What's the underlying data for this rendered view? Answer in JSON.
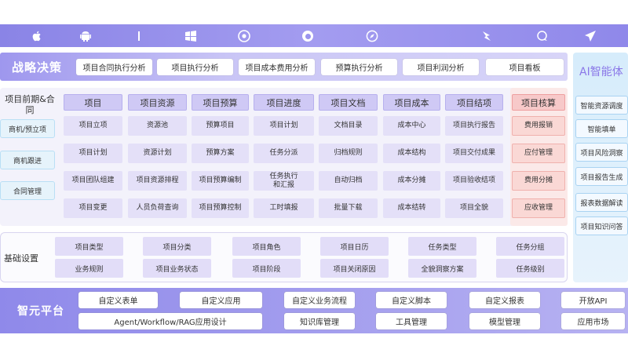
{
  "top_icons": [
    "apple-icon",
    "android-icon",
    "divider-icon",
    "windows-icon",
    "chrome-icon",
    "firefox-icon",
    "safari-icon",
    "feishu-icon",
    "chat-bubble-icon",
    "send-icon"
  ],
  "strategy": {
    "title": "战略决策",
    "items": [
      "项目合同执行分析",
      "项目执行分析",
      "项目成本费用分析",
      "预算执行分析",
      "项目利润分析",
      "项目看板"
    ]
  },
  "project_pre": {
    "title": "项目前期&合同",
    "items": [
      "商机/预立项",
      "商机跟进",
      "合同管理"
    ]
  },
  "columns": [
    {
      "header": "项目",
      "items": [
        "项目立项",
        "项目计划",
        "项目团队组建",
        "项目变更"
      ]
    },
    {
      "header": "项目资源",
      "items": [
        "资源池",
        "资源计划",
        "项目资源排程",
        "人员负荷查询"
      ]
    },
    {
      "header": "项目预算",
      "items": [
        "预算项目",
        "预算方案",
        "项目预算编制",
        "项目预算控制"
      ]
    },
    {
      "header": "项目进度",
      "items": [
        "项目计划",
        "任务分派",
        "任务执行\n和汇报",
        "工时填报"
      ]
    },
    {
      "header": "项目文档",
      "items": [
        "文档目录",
        "归档规则",
        "自动归档",
        "批量下载"
      ]
    },
    {
      "header": "项目成本",
      "items": [
        "成本中心",
        "成本结构",
        "成本分摊",
        "成本结转"
      ]
    },
    {
      "header": "项目结项",
      "items": [
        "项目执行报告",
        "项目交付成果",
        "项目验收结项",
        "项目全貌"
      ]
    },
    {
      "header": "项目核算",
      "items": [
        "费用报销",
        "应付管理",
        "费用分摊",
        "应收管理"
      ]
    }
  ],
  "ai": {
    "title": "AI智能体",
    "items": [
      "智能资源调度",
      "智能填单",
      "项目风险洞察",
      "项目报告生成",
      "报表数据解读",
      "项目知识问答"
    ]
  },
  "base": {
    "title": "基础设置",
    "rows": [
      [
        "项目类型",
        "项目分类",
        "项目角色",
        "项目日历",
        "任务类型",
        "任务分组"
      ],
      [
        "业务规则",
        "项目业务状态",
        "项目阶段",
        "项目关闭原因",
        "全貌洞察方案",
        "任务级别"
      ]
    ]
  },
  "platform": {
    "title": "智元平台",
    "row1": [
      "自定义表单",
      "自定义应用",
      "自定义业务流程",
      "自定义脚本",
      "自定义报表",
      "开放API"
    ],
    "row2": [
      "Agent/Workflow/RAG应用设计",
      "知识库管理",
      "工具管理",
      "模型管理",
      "应用市场"
    ]
  }
}
